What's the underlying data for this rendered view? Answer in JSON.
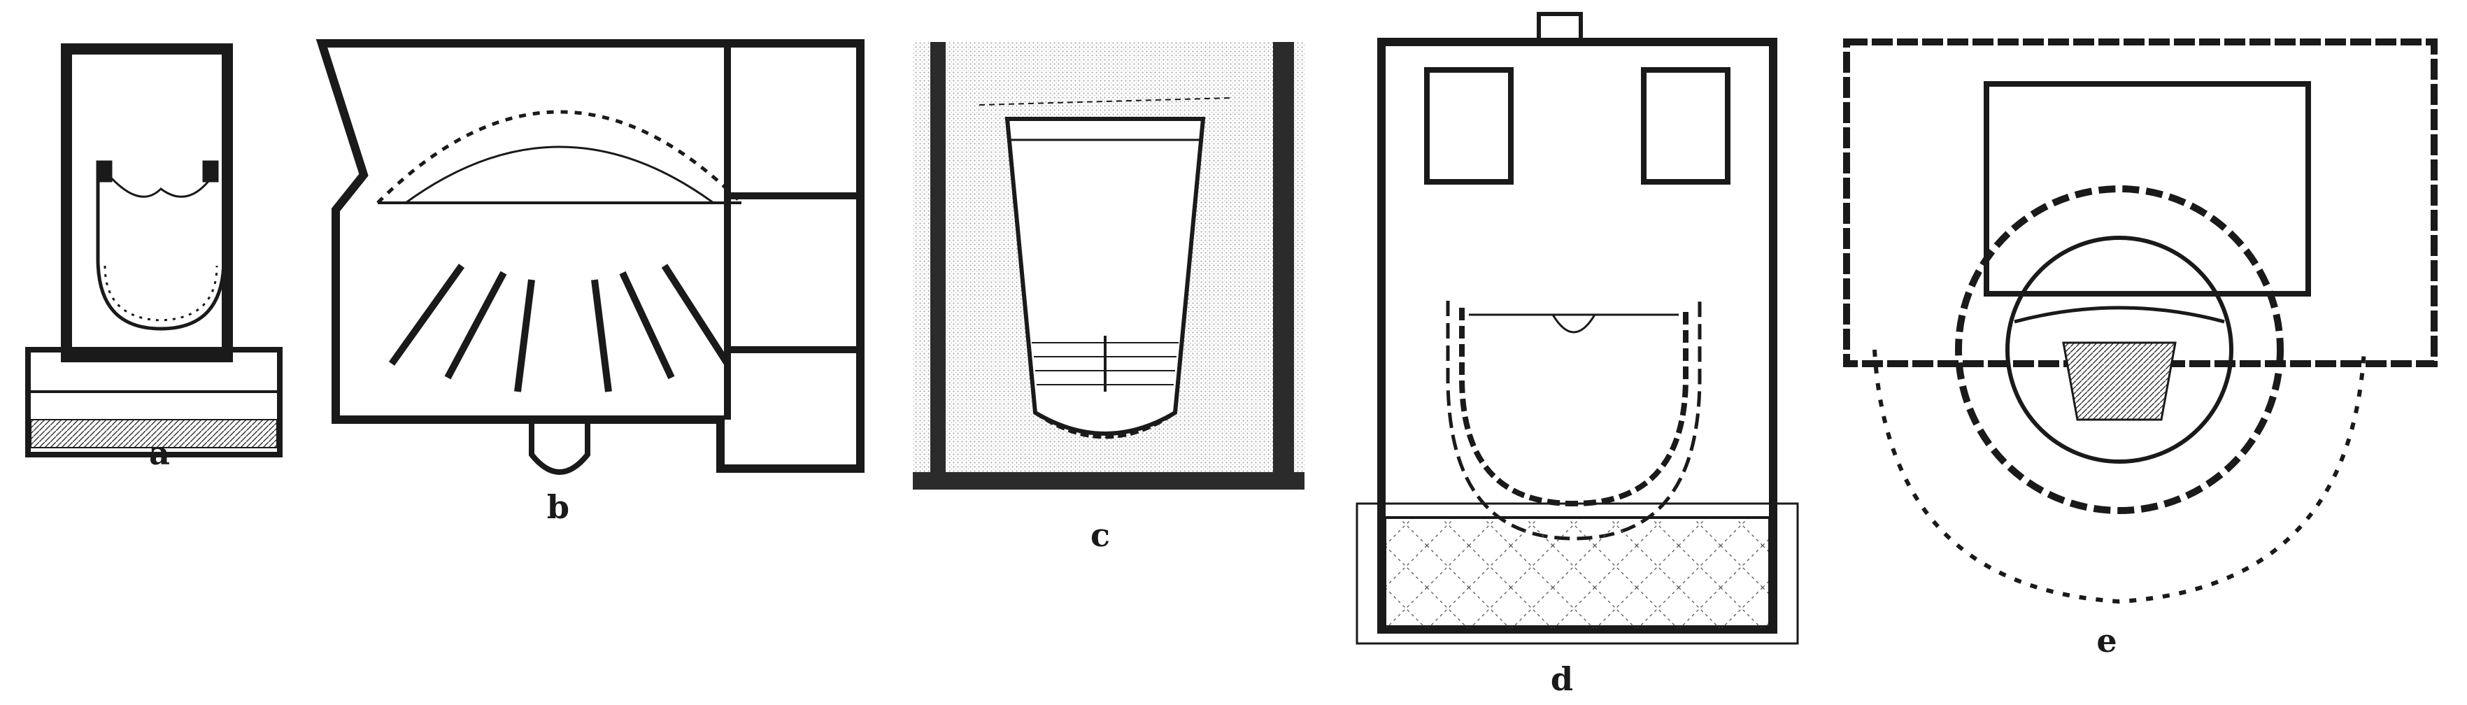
{
  "figure": {
    "panels": [
      {
        "id": "a",
        "label": "a"
      },
      {
        "id": "b",
        "label": "b"
      },
      {
        "id": "c",
        "label": "c"
      },
      {
        "id": "d",
        "label": "d"
      },
      {
        "id": "e",
        "label": "e"
      }
    ]
  },
  "colors": {
    "ink": "#1a1a1a",
    "wall": "#2b2b2b",
    "stipple": "#c9c9c9",
    "paper": "#ffffff"
  }
}
